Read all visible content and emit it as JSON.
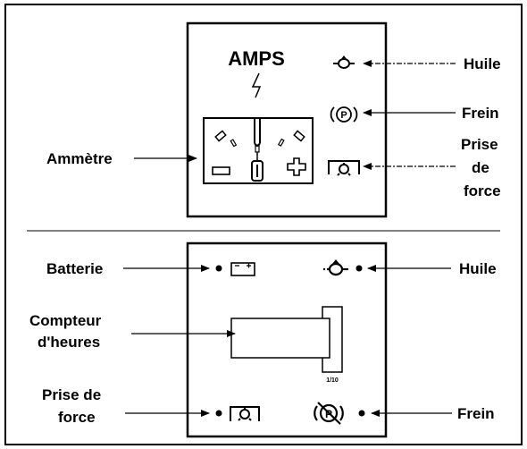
{
  "top_panel": {
    "amps_label": "AMPS",
    "ammeter_label": "Ammètre",
    "oil_label": "Huile",
    "brake_label": "Frein",
    "pto_label_lines": [
      "Prise",
      "de",
      "force"
    ]
  },
  "bottom_panel": {
    "battery_label": "Batterie",
    "hourmeter_label_lines": [
      "Compteur",
      "d'heures"
    ],
    "hourmeter_scale": "1/10",
    "pto_label_lines": [
      "Prise de",
      "force"
    ],
    "oil_label": "Huile",
    "brake_label": "Frein"
  },
  "icons": [
    "lightning-icon",
    "oil-can-icon",
    "parking-brake-icon",
    "pto-icon",
    "battery-icon",
    "minus-icon",
    "plus-icon",
    "brake-disabled-icon"
  ],
  "colors": {
    "ink": "#000000",
    "paper": "#ffffff"
  }
}
